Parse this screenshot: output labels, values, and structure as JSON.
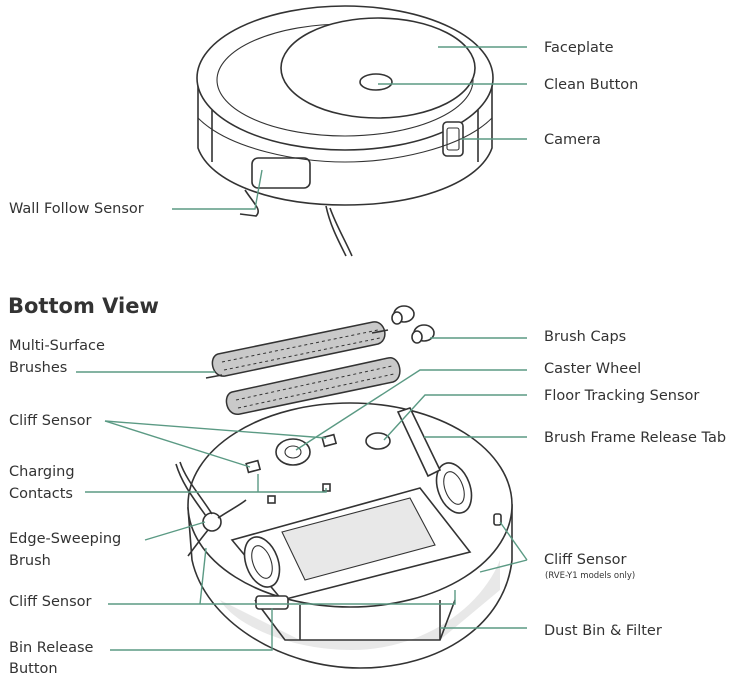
{
  "colors": {
    "leader": "#5b9a84",
    "ink": "#333333",
    "shade": "#e8e8e8"
  },
  "top_labels": {
    "faceplate": "Faceplate",
    "clean_button": "Clean Button",
    "camera": "Camera",
    "wall_follow_sensor": "Wall Follow Sensor"
  },
  "bottom_view": {
    "heading": "Bottom View",
    "labels": {
      "multi_surface_1": "Multi-Surface",
      "multi_surface_2": "Brushes",
      "cliff_sensor_top": "Cliff Sensor",
      "charging_1": "Charging",
      "charging_2": "Contacts",
      "edge_1": "Edge-Sweeping",
      "edge_2": "Brush",
      "cliff_sensor_bottom": "Cliff Sensor",
      "bin_release_1": "Bin Release",
      "bin_release_2": "Button",
      "brush_caps": "Brush Caps",
      "caster_wheel": "Caster Wheel",
      "floor_tracking": "Floor Tracking Sensor",
      "brush_frame_release": "Brush Frame Release Tab",
      "cliff_sensor_right": "Cliff Sensor",
      "cliff_sensor_right_note": "(RVE-Y1 models only)",
      "dust_bin": "Dust Bin & Filter"
    }
  }
}
